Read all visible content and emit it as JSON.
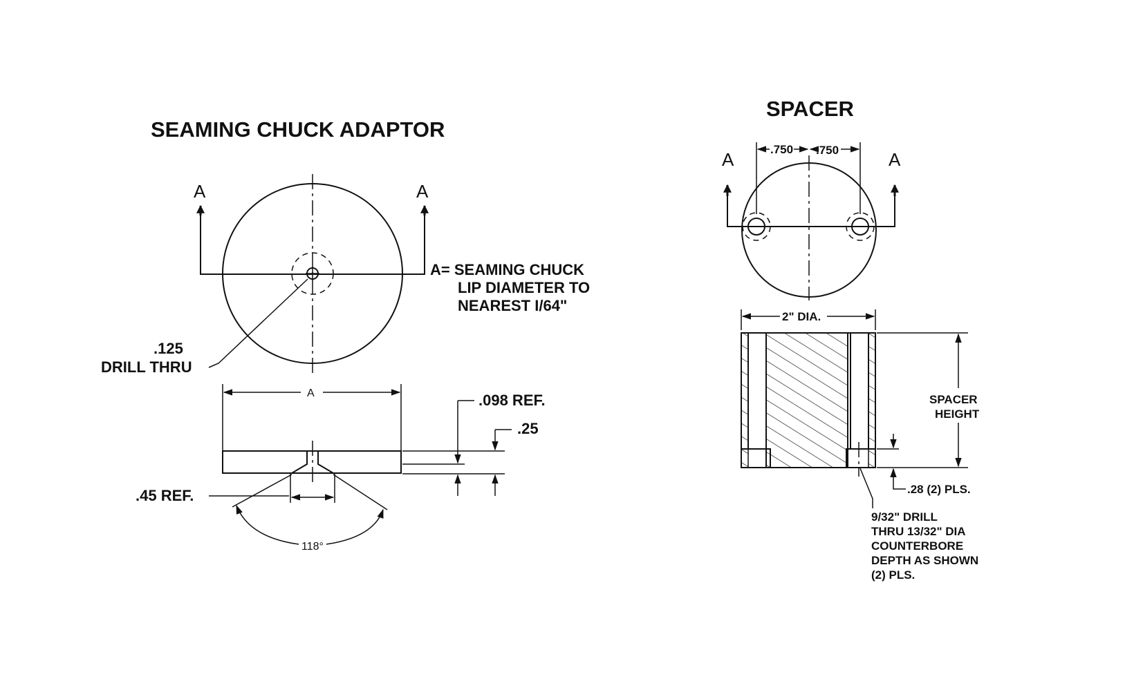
{
  "adaptor": {
    "title": "SEAMING CHUCK ADAPTOR",
    "section_label_left": "A",
    "section_label_right": "A",
    "note_line1": "A= SEAMING CHUCK",
    "note_line2": "LIP DIAMETER TO",
    "note_line3": "NEAREST I/64\"",
    "drill_line1": ".125",
    "drill_line2": "DRILL THRU",
    "dim_a": "A",
    "dim_098": ".098 REF.",
    "dim_25": ".25",
    "dim_45": ".45 REF.",
    "angle": "118°"
  },
  "spacer": {
    "title": "SPACER",
    "section_label_left": "A",
    "section_label_right": "A",
    "dim_750_left": ".750",
    "dim_750_right": ".750",
    "dim_dia": "2\" DIA.",
    "height_line1": "SPACER",
    "height_line2": "HEIGHT",
    "dim_28": ".28 (2) PLS.",
    "note_line1": "9/32\" DRILL",
    "note_line2": "THRU 13/32\" DIA",
    "note_line3": "COUNTERBORE",
    "note_line4": "DEPTH AS SHOWN",
    "note_line5": "(2) PLS."
  }
}
